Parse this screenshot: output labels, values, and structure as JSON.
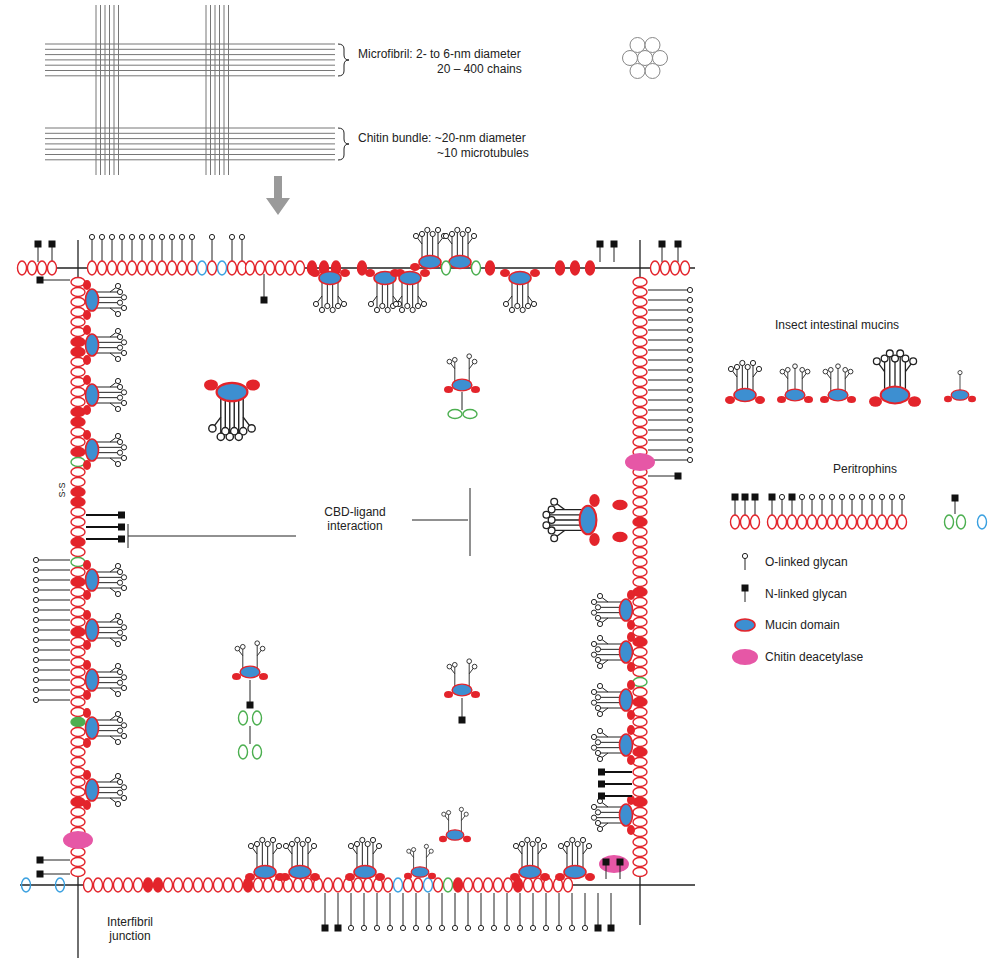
{
  "diagram": {
    "labels": [
      "Microfibril: 2- to 6-nm diameter",
      "20 – 400 chains",
      "Chitin bundle: ~20-nm diameter",
      "~10 microtubules",
      "CBD-ligand interaction",
      "Interfibril junction",
      "Insect intestinal mucins",
      "Peritrophins",
      "S-S"
    ],
    "legend": [
      {
        "text": "O-linked glycan"
      },
      {
        "text": "N-linked glycan"
      },
      {
        "text": "Mucin domain",
        "color": "#3d8fd1"
      },
      {
        "text": "Chitin deacetylase",
        "color": "#e657a6"
      }
    ]
  }
}
